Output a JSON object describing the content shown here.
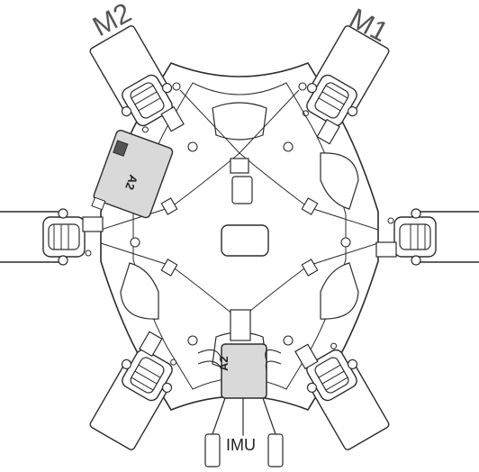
{
  "labels": {
    "m1": "M1",
    "m2": "M2",
    "imu": "IMU"
  },
  "units": {
    "top_controller": "A2",
    "bottom_controller": "A2"
  },
  "colors": {
    "stroke": "#2b2b2b",
    "frame_fill": "#ffffff",
    "module_fill": "#d9d9d9",
    "label": "#555555"
  }
}
